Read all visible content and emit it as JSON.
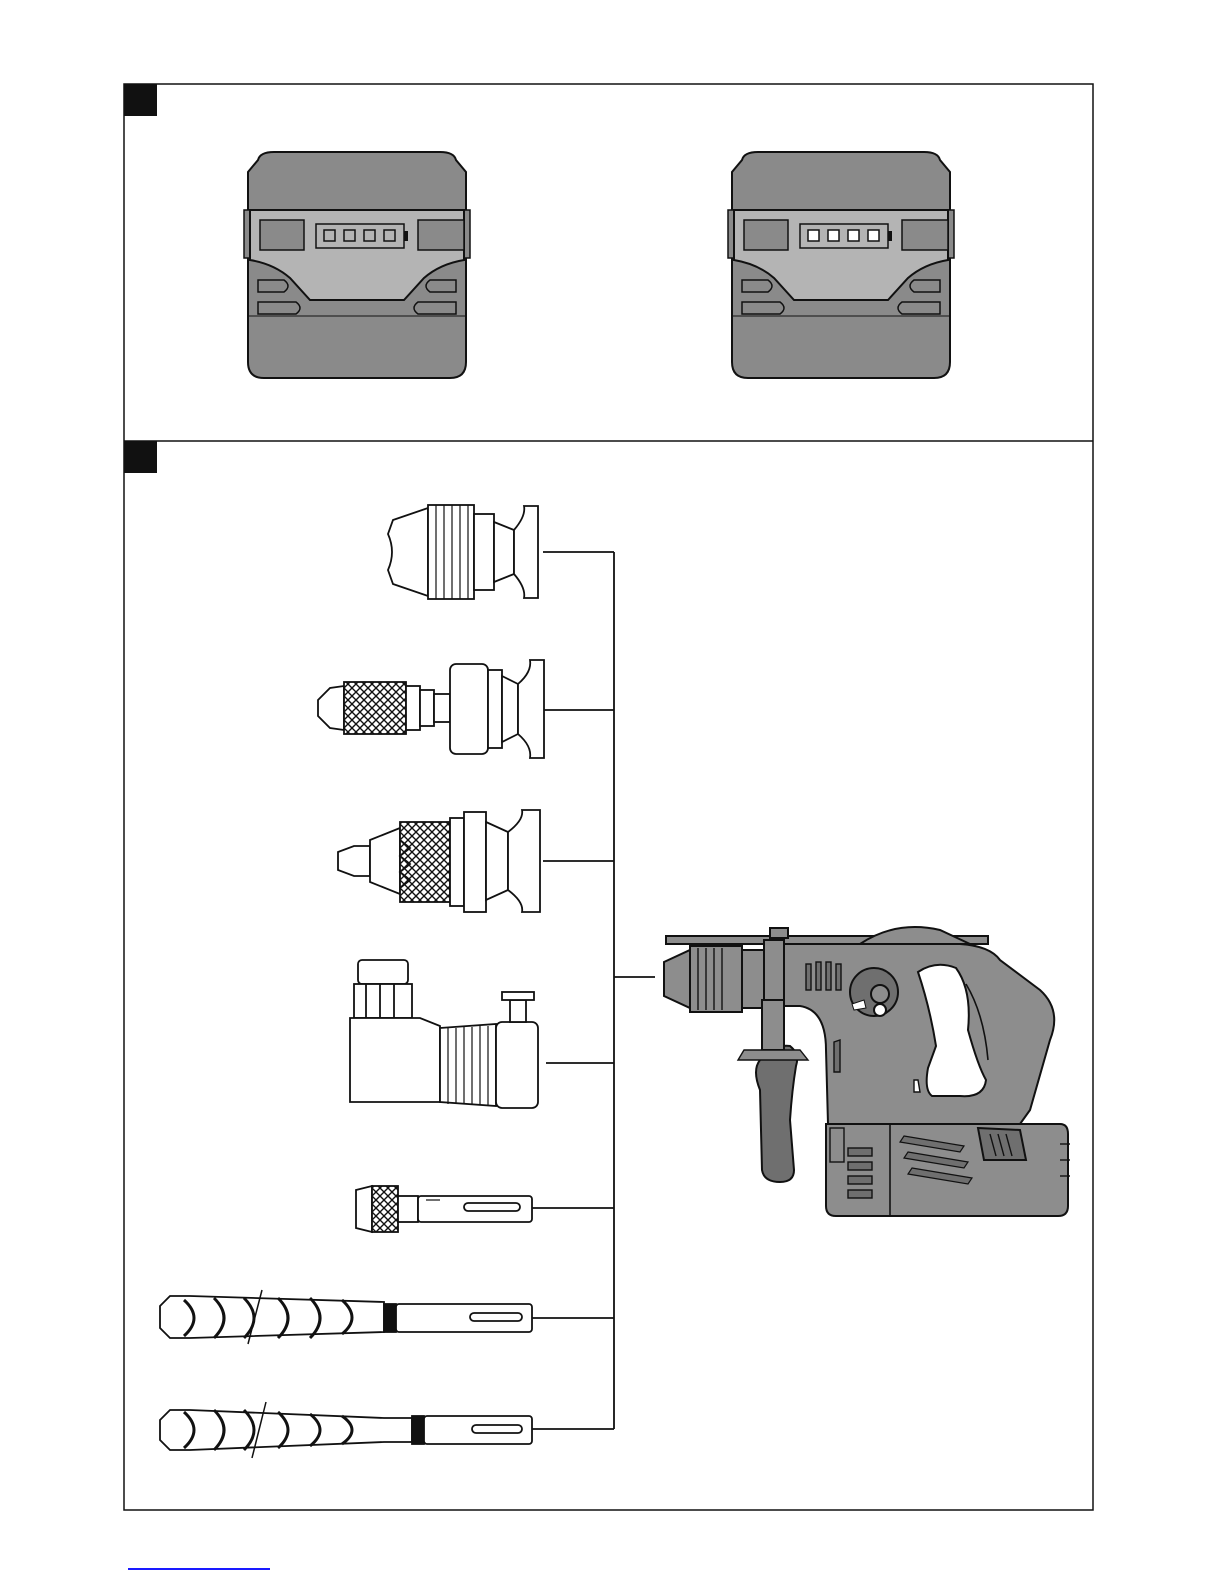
{
  "figure": {
    "panels": [
      {
        "marker": "",
        "content": "battery-packs"
      },
      {
        "marker": "",
        "content": "accessories-and-tool"
      }
    ],
    "battery_indicator": {
      "left_pack_lit_segments": 0,
      "right_pack_lit_segments": 4,
      "segments_total": 4
    },
    "accessories": [
      "chuck-sds",
      "keyless-chuck-with-adapter",
      "keyed-chuck-with-adapter",
      "angle-attachment",
      "bit-holder",
      "drill-bit-sds-1",
      "drill-bit-sds-2"
    ],
    "colors": {
      "ink": "#111111",
      "battery_body": "#8a8a8a",
      "battery_panel": "#b4b4b4",
      "tool_body": "#8d8d8d",
      "tool_dark": "#6f6f6f",
      "link_underline": "#1a1aff"
    }
  }
}
